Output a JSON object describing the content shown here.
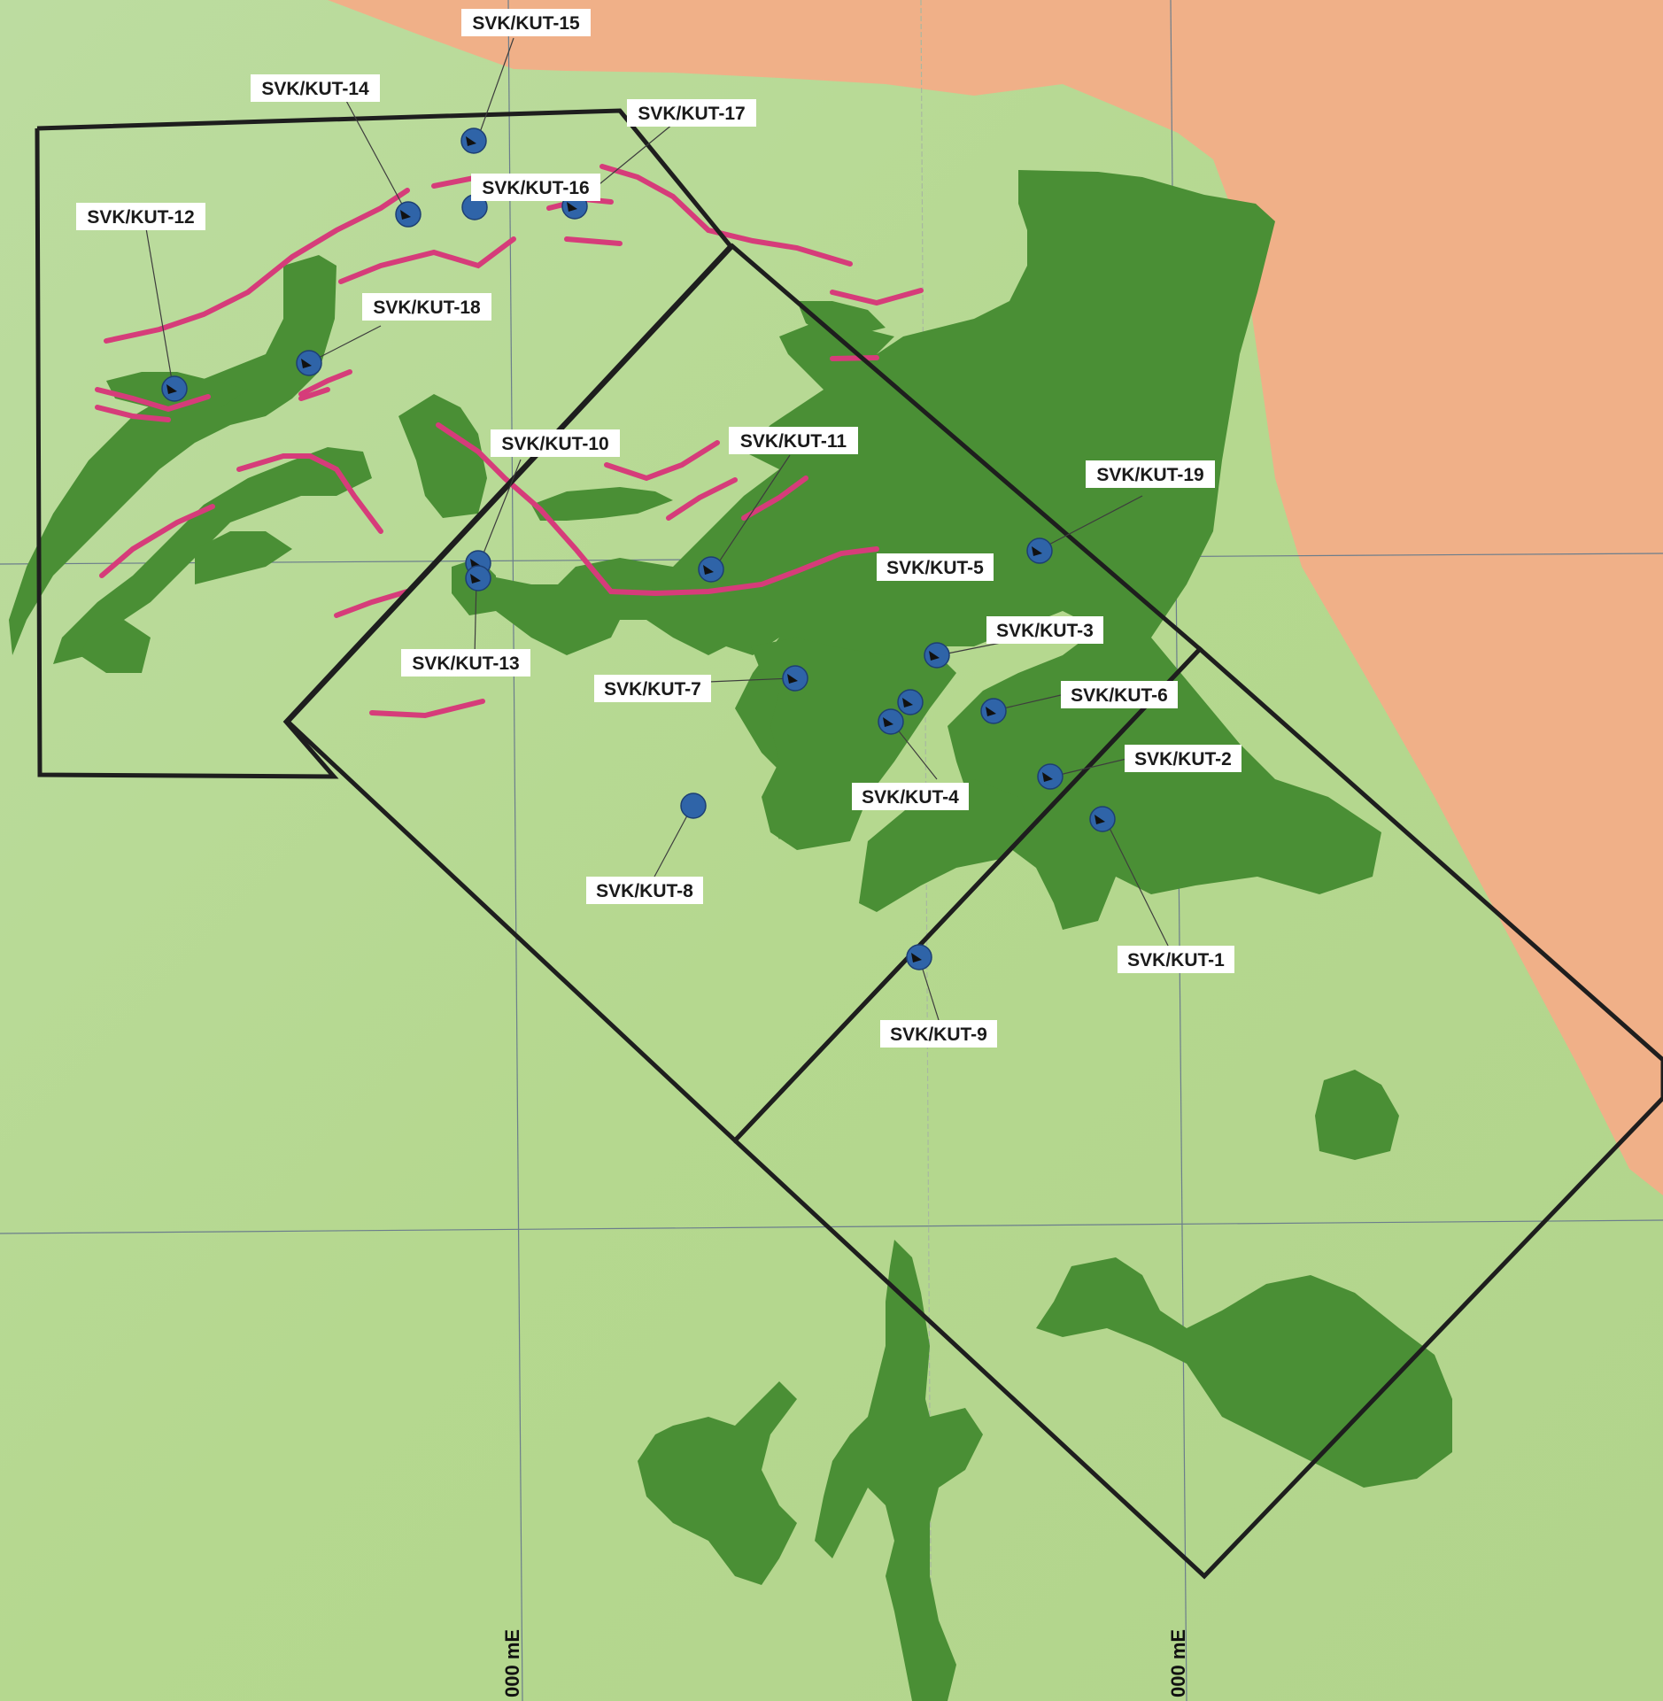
{
  "map": {
    "colors": {
      "background": "#b8d992",
      "outcrop": "#4a8f35",
      "orange_zone": "#f0b088",
      "vein": "#d63c7a",
      "drillhole": "#2f64a8",
      "block_outline": "#1e1e1e",
      "grid_line": "#6b7d8c"
    },
    "grid_labels": [
      {
        "id": "grid-label-1",
        "text": "000 mE"
      },
      {
        "id": "grid-label-2",
        "text": "000 mE"
      }
    ],
    "drillholes": [
      {
        "id": "SVK/KUT-1",
        "label": "SVK/KUT-1"
      },
      {
        "id": "SVK/KUT-2",
        "label": "SVK/KUT-2"
      },
      {
        "id": "SVK/KUT-3",
        "label": "SVK/KUT-3"
      },
      {
        "id": "SVK/KUT-4",
        "label": "SVK/KUT-4"
      },
      {
        "id": "SVK/KUT-5",
        "label": "SVK/KUT-5"
      },
      {
        "id": "SVK/KUT-6",
        "label": "SVK/KUT-6"
      },
      {
        "id": "SVK/KUT-7",
        "label": "SVK/KUT-7"
      },
      {
        "id": "SVK/KUT-8",
        "label": "SVK/KUT-8"
      },
      {
        "id": "SVK/KUT-9",
        "label": "SVK/KUT-9"
      },
      {
        "id": "SVK/KUT-10",
        "label": "SVK/KUT-10"
      },
      {
        "id": "SVK/KUT-11",
        "label": "SVK/KUT-11"
      },
      {
        "id": "SVK/KUT-12",
        "label": "SVK/KUT-12"
      },
      {
        "id": "SVK/KUT-13",
        "label": "SVK/KUT-13"
      },
      {
        "id": "SVK/KUT-14",
        "label": "SVK/KUT-14"
      },
      {
        "id": "SVK/KUT-15",
        "label": "SVK/KUT-15"
      },
      {
        "id": "SVK/KUT-16",
        "label": "SVK/KUT-16"
      },
      {
        "id": "SVK/KUT-17",
        "label": "SVK/KUT-17"
      },
      {
        "id": "SVK/KUT-18",
        "label": "SVK/KUT-18"
      },
      {
        "id": "SVK/KUT-19",
        "label": "SVK/KUT-19"
      }
    ]
  }
}
